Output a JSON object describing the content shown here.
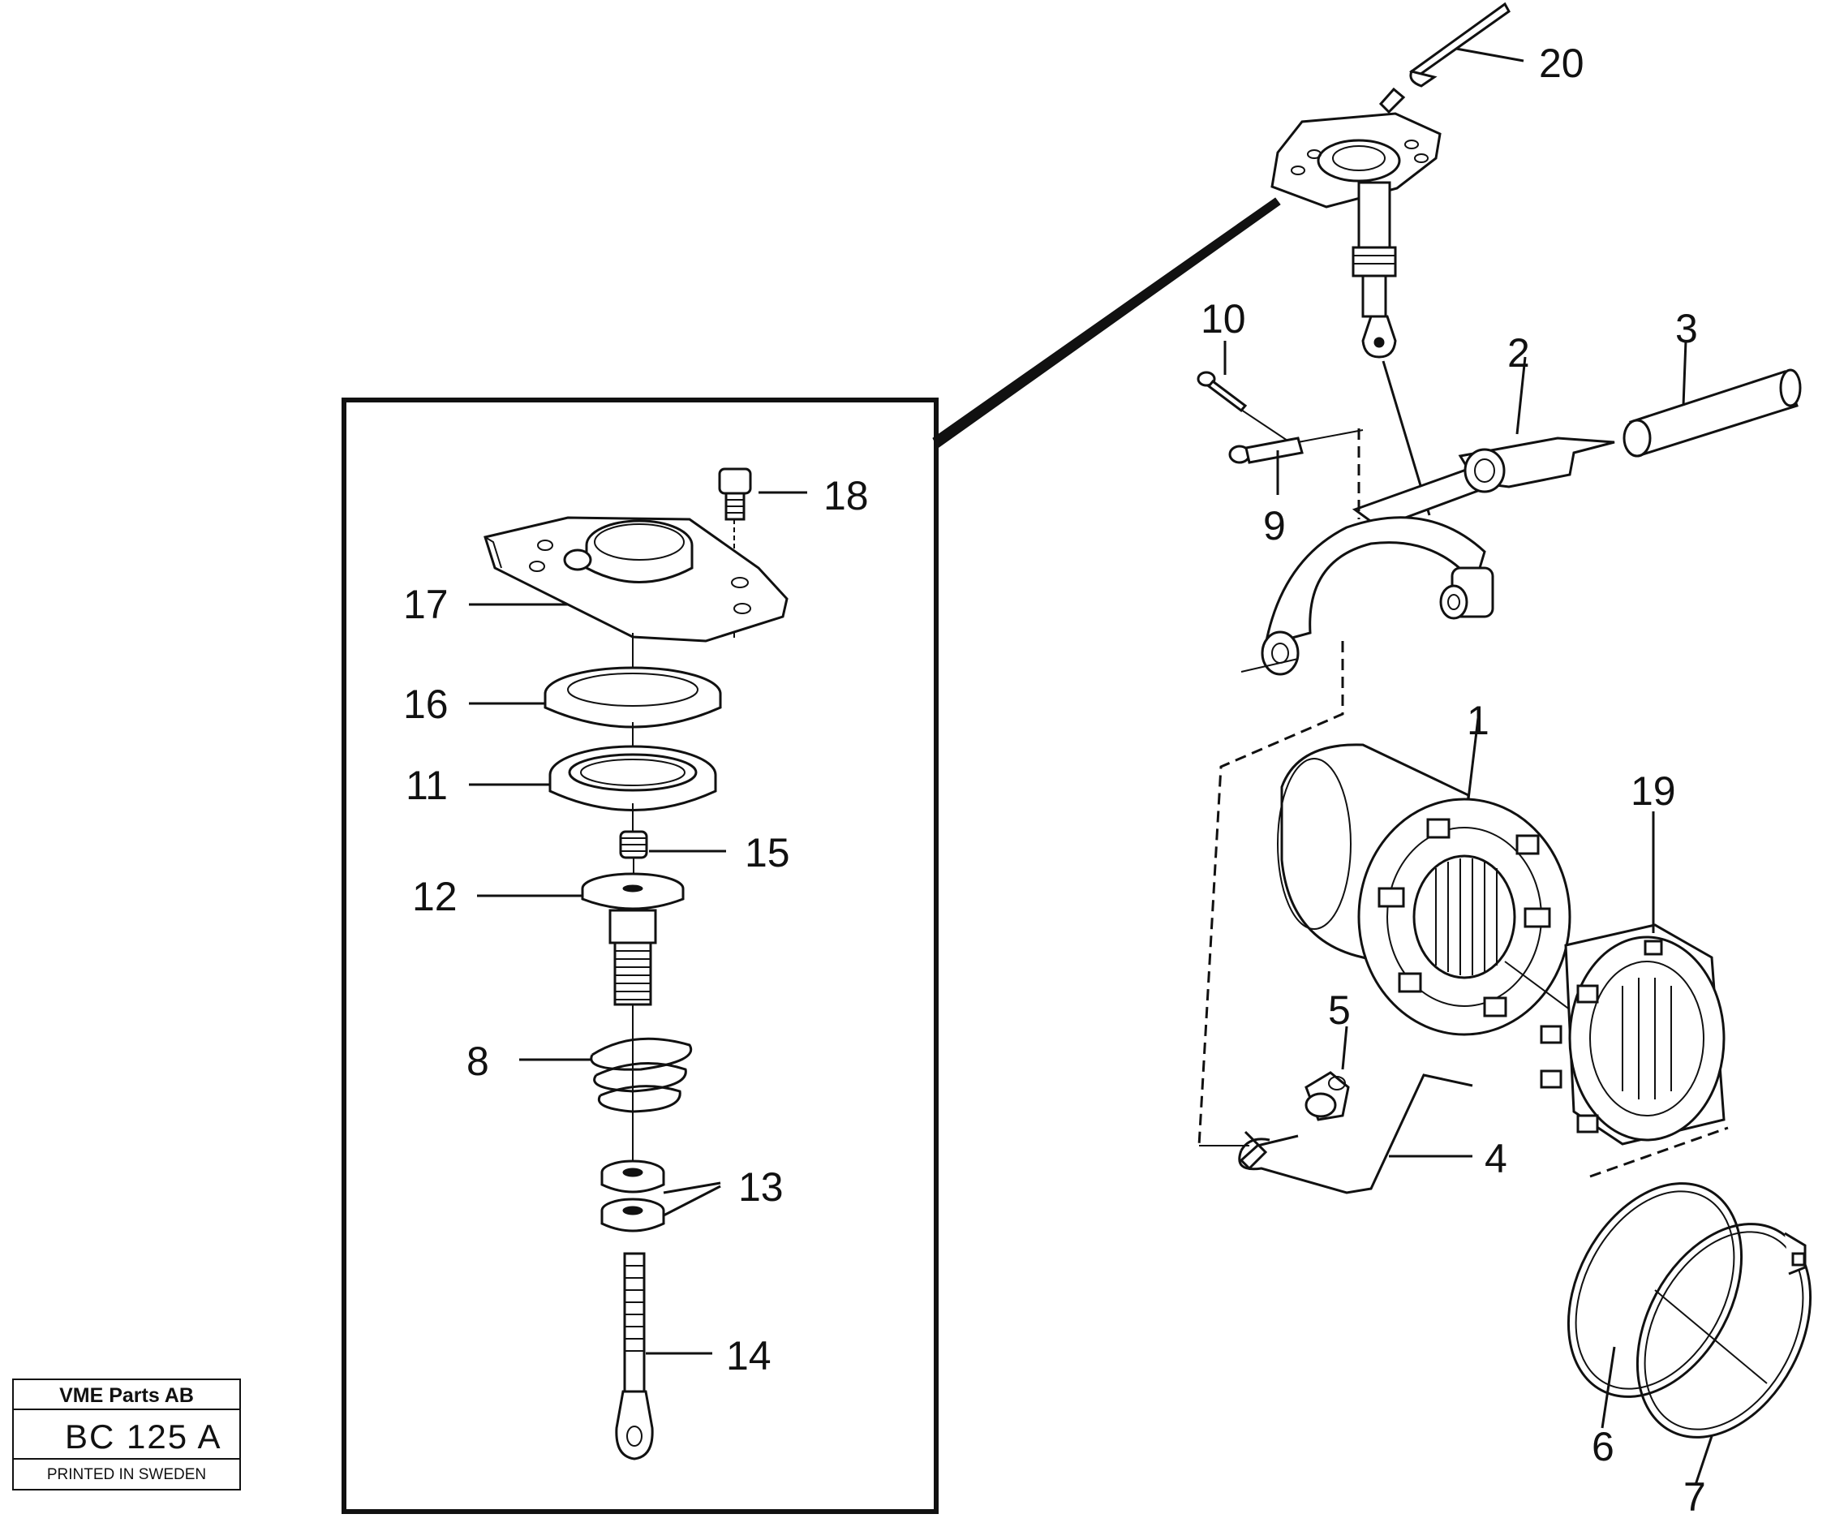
{
  "callouts": {
    "c1": "1",
    "c2": "2",
    "c3": "3",
    "c4": "4",
    "c5": "5",
    "c6": "6",
    "c7": "7",
    "c8": "8",
    "c9": "9",
    "c10": "10",
    "c11": "11",
    "c12": "12",
    "c13": "13",
    "c14": "14",
    "c15": "15",
    "c16": "16",
    "c17": "17",
    "c18": "18",
    "c19": "19",
    "c20": "20"
  },
  "stamp": {
    "company": "VME Parts AB",
    "code": "BC 125 A",
    "printed": "PRINTED IN SWEDEN"
  }
}
